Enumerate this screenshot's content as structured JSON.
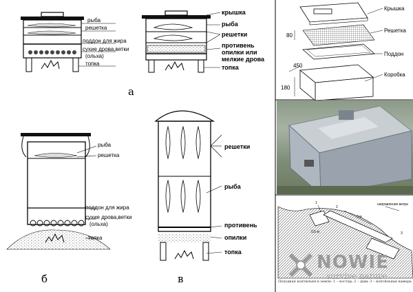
{
  "smoker_a": {
    "variant_label": "а",
    "left_labels": {
      "fish": "рыба",
      "grate": "решетка",
      "fat_tray": "поддон для жира",
      "firewood": "сухие дрова,ветки",
      "firewood_note": "(ольха)",
      "firebox": "топка"
    },
    "right_labels": {
      "lid": "крышка",
      "fish": "рыба",
      "grates": "решетки",
      "pan_line1": "противень",
      "pan_line2": "опилки или",
      "pan_line3": "мелкие дрова",
      "firebox": "топка"
    }
  },
  "smoker_b": {
    "variant_label": "б",
    "labels": {
      "fish": "рыба",
      "grate": "решетка",
      "fat_tray": "поддон для жира",
      "firewood": "сухие дрова,ветки",
      "firewood_note": "(ольха)",
      "firebox": "топка"
    }
  },
  "smoker_v": {
    "variant_label": "в",
    "labels": {
      "grates": "решетки",
      "fish": "рыба",
      "pan": "противень",
      "sawdust": "опилки",
      "firebox": "топка"
    }
  },
  "exploded_box": {
    "labels": {
      "lid": "Крышка",
      "grate": "Решетка",
      "tray": "Поддон",
      "box": "Коробка"
    },
    "dimensions": {
      "height_tray": "80",
      "length": "450",
      "height_box": "180"
    }
  },
  "pit_diagram": {
    "labels": {
      "n1": "1",
      "n2": "2",
      "n3": "3",
      "wind": "направление ветра",
      "length": "3 м",
      "depth": "0,5 м"
    },
    "caption": "Походная коптильня в земле. 1 – костер; 2 – дым; 3 – коптильная камера"
  },
  "watermark": {
    "brand": "NOWIE",
    "tagline": "survive nature"
  }
}
